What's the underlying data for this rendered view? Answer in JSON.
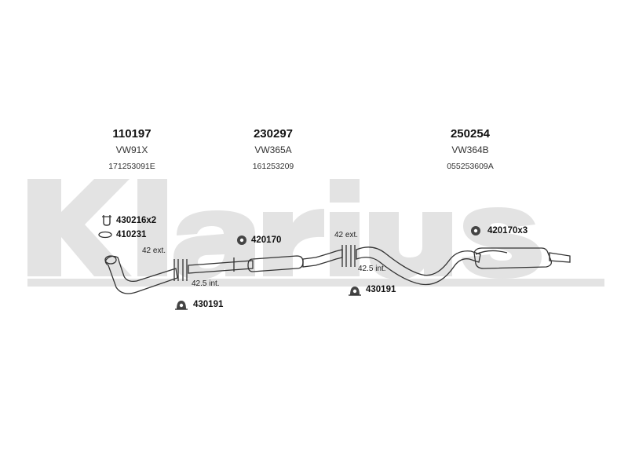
{
  "watermark": {
    "brand": "Klarius",
    "color": "#e2e2e2"
  },
  "parts": [
    {
      "number": "110197",
      "code": "VW91X",
      "oem": "171253091E"
    },
    {
      "number": "230297",
      "code": "VW365A",
      "oem": "161253209"
    },
    {
      "number": "250254",
      "code": "VW364B",
      "oem": "055253609A"
    }
  ],
  "accessories": {
    "clamp_front": "430216x2",
    "gasket_front": "410231",
    "mount_middle": "420170",
    "mount_rear": "420170x3",
    "hanger_front": "430191",
    "hanger_middle": "430191"
  },
  "dimensions": {
    "front_ext": "42 ext.",
    "front_int": "42.5 int.",
    "rear_ext": "42 ext.",
    "rear_int": "42.5 int."
  },
  "icons": {
    "clamp": "u-clamp-icon",
    "gasket": "gasket-ring-icon",
    "mount": "rubber-mount-icon",
    "hanger": "hanger-bracket-icon"
  }
}
